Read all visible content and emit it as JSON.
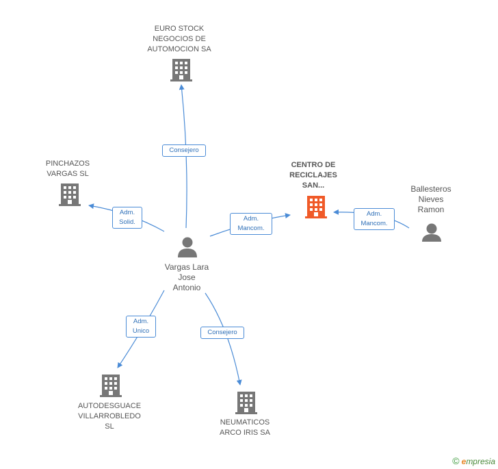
{
  "nodes": {
    "euro_stock": "EURO STOCK\nNEGOCIOS DE\nAUTOMOCION SA",
    "pinchazos": "PINCHAZOS\nVARGAS SL",
    "centro": "CENTRO DE\nRECICLAJES\nSAN...",
    "ballesteros": "Ballesteros\nNieves\nRamon",
    "vargas": "Vargas Lara\nJose\nAntonio",
    "autodesguace": "AUTODESGUACE\nVILLARROBLEDO\nSL",
    "neumaticos": "NEUMATICOS\nARCO IRIS SA"
  },
  "edges": {
    "consejero_euro": "Consejero",
    "adm_solid": "Adm.\nSolid.",
    "adm_mancom_centro": "Adm.\nMancom.",
    "adm_mancom_ballesteros": "Adm.\nMancom.",
    "adm_unico": "Adm.\nUnico",
    "consejero_neumaticos": "Consejero"
  },
  "colors": {
    "company": "#777777",
    "company_highlight": "#f05a28",
    "person": "#777777",
    "edge": "#4a8bd6"
  },
  "icons": {
    "company": "building-icon",
    "person": "person-icon"
  },
  "brand": {
    "copyright": "©",
    "first_letter": "e",
    "rest": "mpresia"
  }
}
